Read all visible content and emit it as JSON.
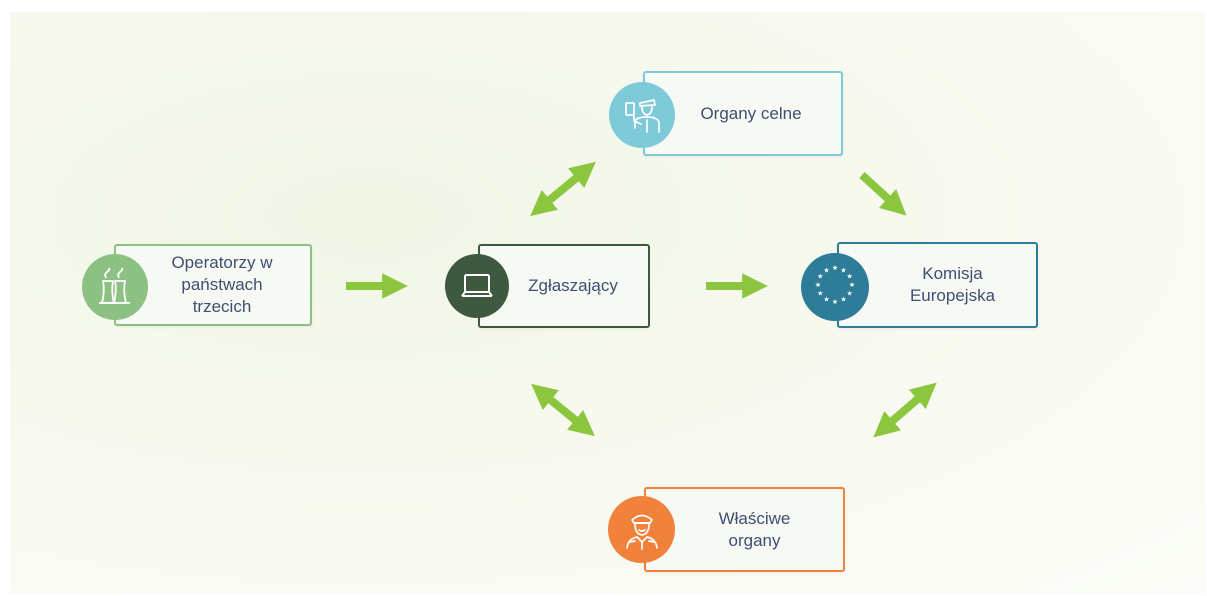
{
  "nodes": {
    "operators": {
      "label_line1": "Operatorzy w",
      "label_line2": "państwach",
      "label_line3": "trzecich",
      "icon": "factory-icon",
      "color": "#8dc183"
    },
    "declarant": {
      "label": "Zgłaszający",
      "icon": "laptop-icon",
      "color": "#3e5940"
    },
    "customs": {
      "label": "Organy celne",
      "icon": "customs-officer-icon",
      "color": "#7fcad9"
    },
    "commission": {
      "label_line1": "Komisja",
      "label_line2": "Europejska",
      "icon": "eu-flag-icon",
      "color": "#2d7d98"
    },
    "authorities": {
      "label_line1": "Właściwe",
      "label_line2": "organy",
      "icon": "officer-icon",
      "color": "#f0823b"
    }
  },
  "arrow_color": "#8cc63e"
}
